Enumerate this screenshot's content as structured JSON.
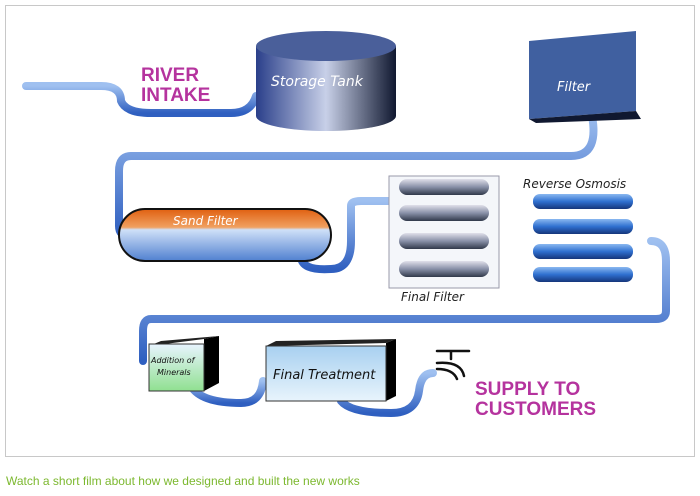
{
  "diagram": {
    "labels": {
      "river_intake_1": "RIVER",
      "river_intake_2": "INTAKE",
      "storage_tank": "Storage Tank",
      "filter": "Filter",
      "sand_filter": "Sand Filter",
      "final_filter": "Final Filter",
      "reverse_osmosis": "Reverse Osmosis",
      "addition_1": "Addition of",
      "addition_2": "Minerals",
      "final_treatment": "Final Treatment",
      "supply_1": "SUPPLY TO",
      "supply_2": "CUSTOMERS"
    },
    "colors": {
      "pipe": "#4a7fd6",
      "label_accent": "#b5339e",
      "sand": "#e07020"
    },
    "icons": [
      "tap-icon"
    ]
  },
  "caption": {
    "link_text": "Watch a short film about how we designed and built the new works",
    "color": "#7cb82f"
  }
}
